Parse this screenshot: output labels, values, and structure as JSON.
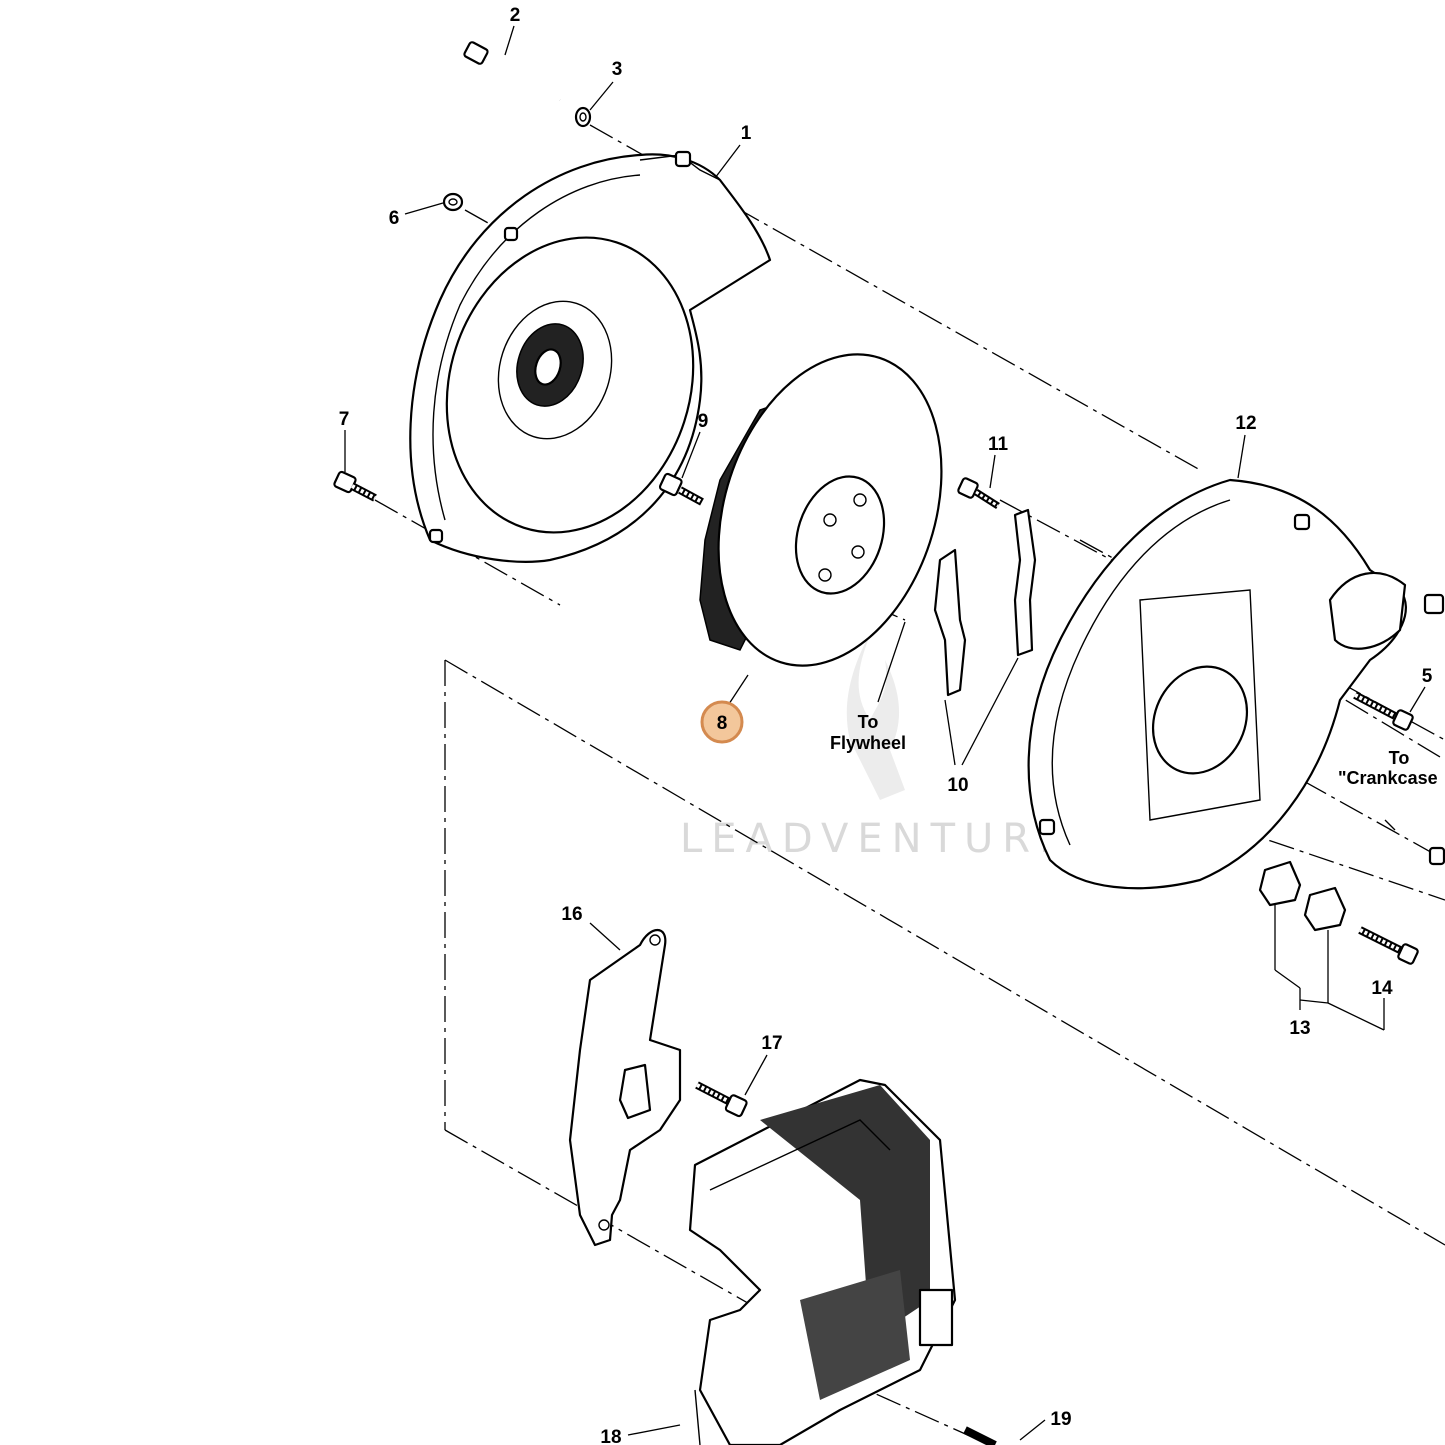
{
  "watermark": "LEADVENTURE",
  "highlight_color": "#f3c79b",
  "highlight_border": "#d48a4f",
  "callouts": [
    "2",
    "3",
    "1",
    "6",
    "7",
    "9",
    "11",
    "12",
    "5",
    "10",
    "16",
    "17",
    "14",
    "13",
    "18",
    "19"
  ],
  "highlighted_callout": "8",
  "notes": {
    "to_flywheel_1": "To",
    "to_flywheel_2": "Flywheel",
    "to_crankcase_1": "To",
    "to_crankcase_2": "\"Crankcase"
  }
}
